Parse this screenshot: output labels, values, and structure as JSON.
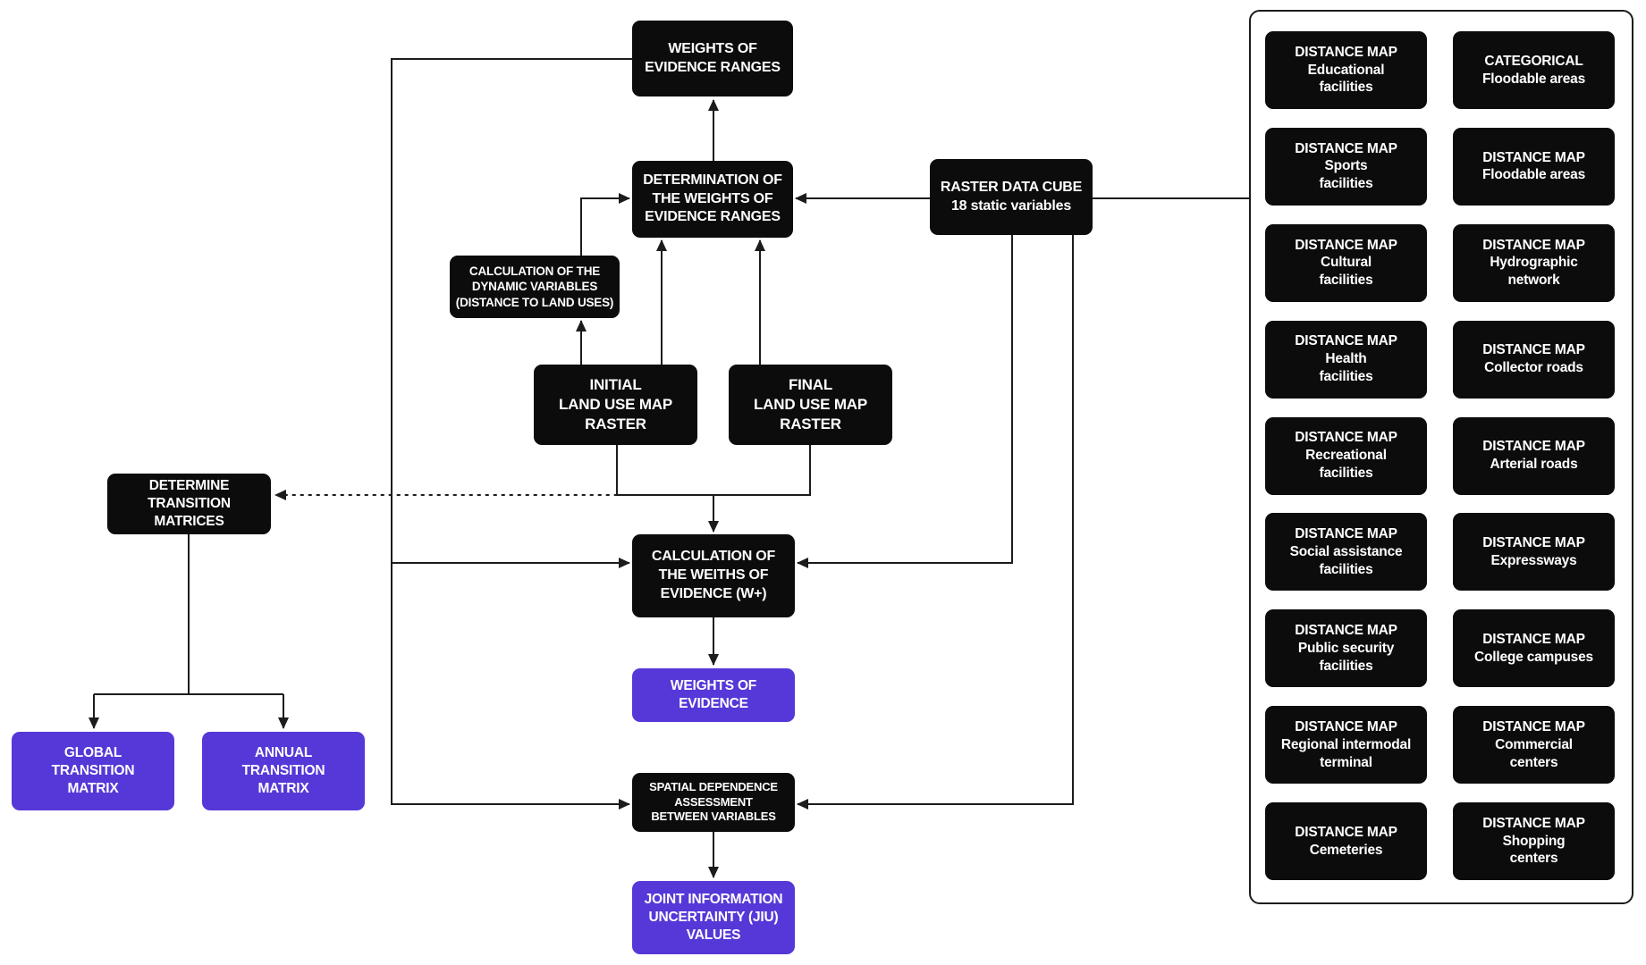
{
  "figure": {
    "background": "#ffffff",
    "line_color": "#1c1c1c",
    "box_black": "#0c0c0c",
    "box_purple": "#5638d8",
    "text_color": "#ffffff"
  },
  "nodes": {
    "weights_ranges": "WEIGHTS OF\nEVIDENCE RANGES",
    "determination": "DETERMINATION OF\nTHE WEIGHTS OF\nEVIDENCE RANGES",
    "raster_cube": "RASTER DATA CUBE\n18 static variables",
    "calc_dynamic": "CALCULATION OF THE\nDYNAMIC VARIABLES\n(DISTANCE TO LAND USES)",
    "initial_map": "INITIAL\nLAND USE MAP\nRASTER",
    "final_map": "FINAL\nLAND USE MAP\nRASTER",
    "determine_matrices": "DETERMINE\nTRANSITION\nMATRICES",
    "calc_weiths": "CALCULATION OF\nTHE WEITHS OF\nEVIDENCE (W+)",
    "weights_evidence": "WEIGHTS OF\nEVIDENCE",
    "global_matrix": "GLOBAL\nTRANSITION\nMATRIX",
    "annual_matrix": "ANNUAL\nTRANSITION\nMATRIX",
    "spatial_dependence": "SPATIAL DEPENDENCE\nASSESSMENT\nBETWEEN VARIABLES",
    "jiu_values": "JOINT INFORMATION\nUNCERTAINTY (JIU)\nVALUES"
  },
  "panel": {
    "rows": [
      {
        "left": "DISTANCE MAP\nEducational\nfacilities",
        "right": "CATEGORICAL\nFloodable areas"
      },
      {
        "left": "DISTANCE MAP\nSports\nfacilities",
        "right": "DISTANCE MAP\nFloodable areas"
      },
      {
        "left": "DISTANCE MAP\nCultural\nfacilities",
        "right": "DISTANCE MAP\nHydrographic\nnetwork"
      },
      {
        "left": "DISTANCE MAP\nHealth\nfacilities",
        "right": "DISTANCE MAP\nCollector roads"
      },
      {
        "left": "DISTANCE MAP\nRecreational\nfacilities",
        "right": "DISTANCE MAP\nArterial roads"
      },
      {
        "left": "DISTANCE MAP\nSocial assistance\nfacilities",
        "right": "DISTANCE MAP\nExpressways"
      },
      {
        "left": "DISTANCE MAP\nPublic security\nfacilities",
        "right": "DISTANCE MAP\nCollege campuses"
      },
      {
        "left": "DISTANCE MAP\nRegional intermodal\nterminal",
        "right": "DISTANCE MAP\nCommercial\ncenters"
      },
      {
        "left": "DISTANCE MAP\nCemeteries",
        "right": "DISTANCE MAP\nShopping\ncenters"
      }
    ]
  }
}
